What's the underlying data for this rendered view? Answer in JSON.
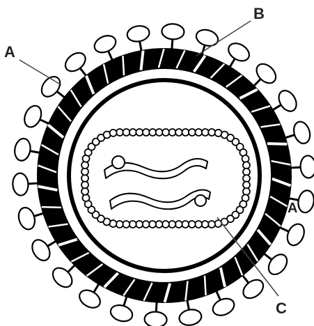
{
  "diagram": {
    "labels": {
      "a_left": "A",
      "a_right": "A",
      "b": "B",
      "c": "C"
    },
    "colors": {
      "ink": "#000000",
      "paper": "#ffffff",
      "label": "#222222"
    }
  }
}
